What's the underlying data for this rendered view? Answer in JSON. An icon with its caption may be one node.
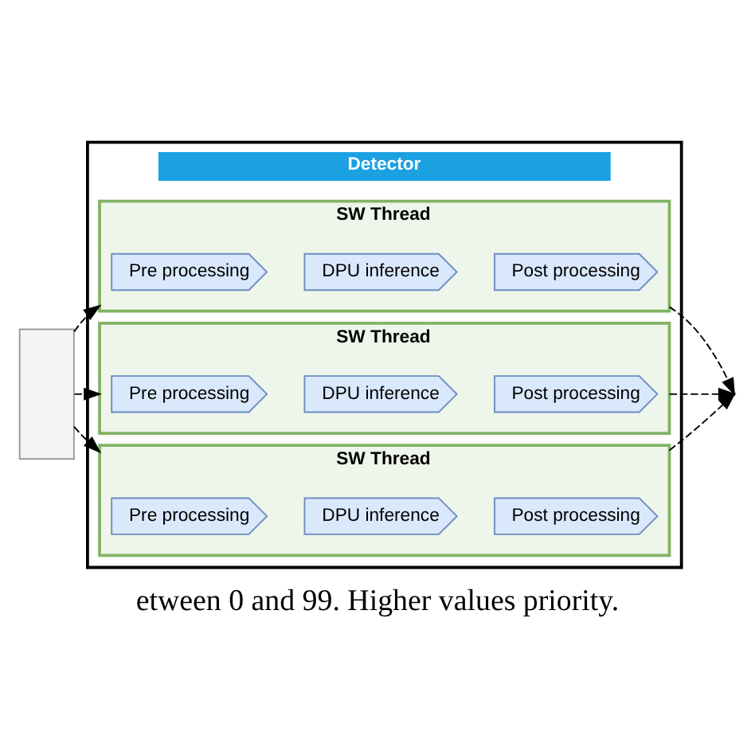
{
  "diagram": {
    "caption": "etween 0 and 99. Higher values priority.",
    "nodes": [
      {
        "text": [
          "Detector"
        ]
      },
      {
        "text": [
          "SW Thread"
        ],
        "in": 0
      },
      {
        "text": [
          "Pre processing"
        ],
        "in": 1
      },
      {
        "text": [
          "DPU inference"
        ],
        "in": 1
      },
      {
        "text": [
          "Post processing"
        ],
        "in": 1
      },
      {
        "text": [
          "SW Thread"
        ],
        "in": 0
      },
      {
        "text": [
          "Pre processing"
        ],
        "in": 5
      },
      {
        "text": [
          "DPU inference"
        ],
        "in": 5
      },
      {
        "text": [
          "Post processing"
        ],
        "in": 5
      },
      {
        "text": [
          "SW Thread"
        ],
        "in": 0
      },
      {
        "text": [
          "Pre processing"
        ],
        "in": 9
      },
      {
        "text": [
          "DPU inference"
        ],
        "in": 9
      },
      {
        "text": [
          "Post processing"
        ],
        "in": 9
      },
      {
        "text": [],
        "shape": "box"
      }
    ],
    "edges": [
      {
        "from": 13,
        "to": 1,
        "arrow": "to",
        "style": "dashed"
      },
      {
        "from": 13,
        "to": 5,
        "arrow": "to",
        "style": "dashed"
      },
      {
        "from": 13,
        "to": 9,
        "arrow": "to",
        "style": "dashed"
      },
      {
        "from": 1,
        "to": null,
        "arrow": "to",
        "style": "dashed"
      },
      {
        "from": 5,
        "to": null,
        "arrow": "to",
        "style": "dashed"
      },
      {
        "from": 9,
        "to": null,
        "arrow": "to",
        "style": "dashed"
      }
    ]
  }
}
